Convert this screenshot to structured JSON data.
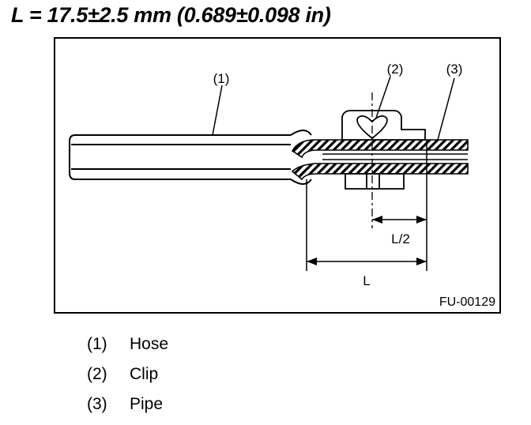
{
  "title": "L = 17.5±2.5 mm (0.689±0.098 in)",
  "figure": {
    "callouts": [
      "(1)",
      "(2)",
      "(3)"
    ],
    "dim_half": "L/2",
    "dim_full": "L",
    "code": "FU-00129"
  },
  "legend": [
    {
      "num": "(1)",
      "label": "Hose"
    },
    {
      "num": "(2)",
      "label": "Clip"
    },
    {
      "num": "(3)",
      "label": "Pipe"
    }
  ]
}
